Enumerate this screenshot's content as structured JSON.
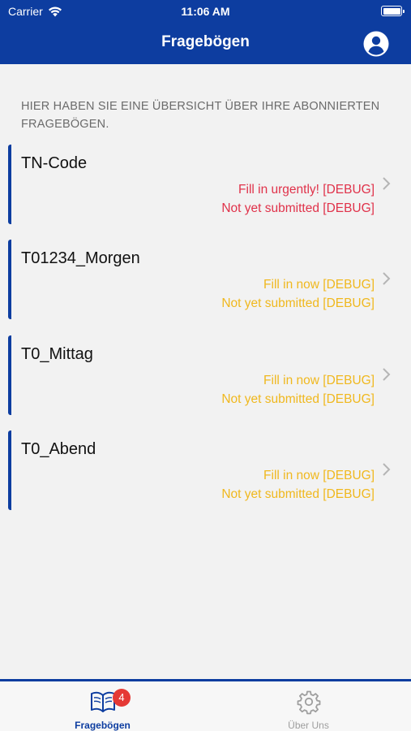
{
  "status_bar": {
    "carrier": "Carrier",
    "time": "11:06 AM"
  },
  "header": {
    "title": "Fragebögen",
    "account_icon": "account-circle-icon"
  },
  "intro_text": "HIER HABEN SIE EINE ÜBERSICHT ÜBER IHRE ABONNIERTEN FRAGEBÖGEN.",
  "questionnaires": [
    {
      "title": "TN-Code",
      "status_line_1": "Fill in urgently! [DEBUG]",
      "status_line_2": "Not yet submitted [DEBUG]",
      "color": "#e0324a"
    },
    {
      "title": "T01234_Morgen",
      "status_line_1": "Fill in now [DEBUG]",
      "status_line_2": "Not yet submitted [DEBUG]",
      "color": "#f0b81e"
    },
    {
      "title": "T0_Mittag",
      "status_line_1": "Fill in now [DEBUG]",
      "status_line_2": "Not yet submitted [DEBUG]",
      "color": "#f0b81e"
    },
    {
      "title": "T0_Abend",
      "status_line_1": "Fill in now [DEBUG]",
      "status_line_2": "Not yet submitted [DEBUG]",
      "color": "#f0b81e"
    }
  ],
  "tab_bar": {
    "tabs": [
      {
        "label": "Fragebögen",
        "icon": "book-icon",
        "badge": "4",
        "active": true
      },
      {
        "label": "Über Uns",
        "icon": "gear-icon",
        "active": false
      }
    ]
  },
  "colors": {
    "primary": "#0d3da0",
    "urgent": "#e0324a",
    "warning": "#f0b81e",
    "badge": "#e53935",
    "inactive": "#9e9e9e"
  }
}
